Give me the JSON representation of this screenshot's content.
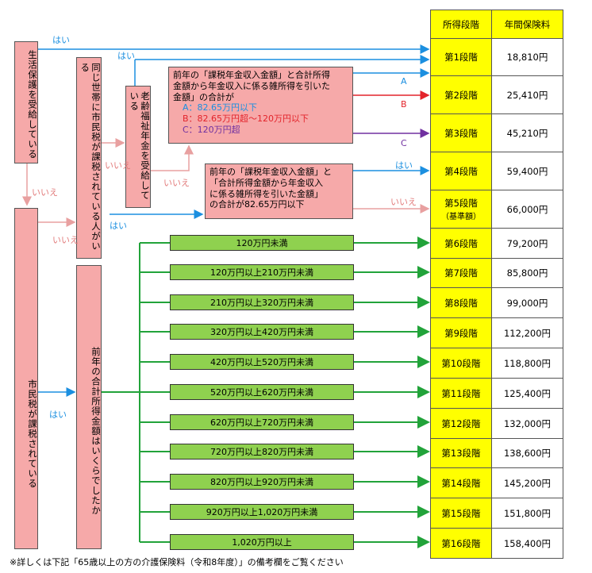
{
  "header": {
    "level": "所得段階",
    "fee": "年間保険料"
  },
  "rows": [
    {
      "level": "第1段階",
      "fee": "18,810円"
    },
    {
      "level": "第2段階",
      "fee": "25,410円"
    },
    {
      "level": "第3段階",
      "fee": "45,210円"
    },
    {
      "level": "第4段階",
      "fee": "59,400円"
    },
    {
      "level": "第5段階",
      "sub": "（基準額）",
      "fee": "66,000円"
    },
    {
      "level": "第6段階",
      "fee": "79,200円"
    },
    {
      "level": "第7段階",
      "fee": "85,800円"
    },
    {
      "level": "第8段階",
      "fee": "99,000円"
    },
    {
      "level": "第9段階",
      "fee": "112,200円"
    },
    {
      "level": "第10段階",
      "fee": "118,800円"
    },
    {
      "level": "第11段階",
      "fee": "125,400円"
    },
    {
      "level": "第12段階",
      "fee": "132,000円"
    },
    {
      "level": "第13段階",
      "fee": "138,600円"
    },
    {
      "level": "第14段階",
      "fee": "145,200円"
    },
    {
      "level": "第15段階",
      "fee": "151,800円"
    },
    {
      "level": "第16段階",
      "fee": "158,400円"
    }
  ],
  "boxes": {
    "welfare": "生活保護を受給している",
    "household": "同じ世帯に市民税が課税されている人がいる",
    "pension": "老齢福祉年金を受給している",
    "taxed": "市民税が課税されている",
    "income_q": "前年の合計所得金額はいくらでしたか"
  },
  "note1": {
    "lines": [
      "前年の「課税年金収入金額」と合計所得",
      "金額から年金収入に係る雑所得を引いた",
      "金額」の合計が"
    ],
    "a": "A：82.65万円以下",
    "b": "B：82.65万円超～120万円以下",
    "c": "C：120万円超"
  },
  "note2": {
    "lines": [
      "前年の「課税年金収入金額」と",
      "「合計所得金額から年金収入",
      "に係る雑所得を引いた金額」",
      "の合計が82.65万円以下"
    ]
  },
  "labels": {
    "yes": "はい",
    "no": "いいえ",
    "A": "A",
    "B": "B",
    "C": "C"
  },
  "ranges": [
    "120万円未満",
    "120万円以上210万円未満",
    "210万円以上320万円未満",
    "320万円以上420万円未満",
    "420万円以上520万円未満",
    "520万円以上620万円未満",
    "620万円以上720万円未満",
    "720万円以上820万円未満",
    "820万円以上920万円未満",
    "920万円以上1,020万円未満",
    "1,020万円以上"
  ],
  "footnote": "※詳しくは下記「65歳以上の方の介護保険料（令和8年度）」の備考欄をご覧ください",
  "colors": {
    "blue": "#1b8fe0",
    "red": "#e3242b",
    "purple": "#7030a0",
    "pink": "#f6a9a9",
    "green": "#8fd14f",
    "yellow": "#ffff00"
  }
}
